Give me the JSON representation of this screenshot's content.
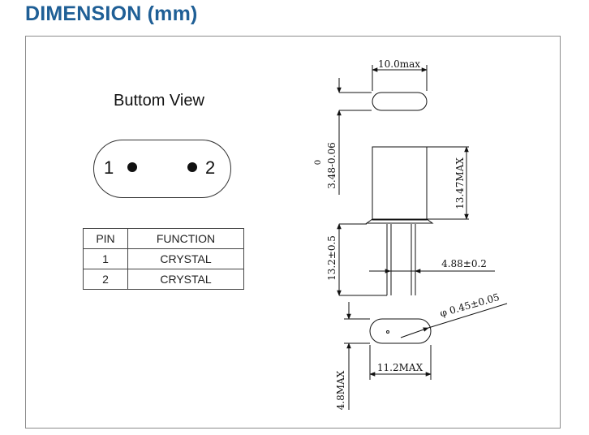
{
  "title": "DIMENSION (mm)",
  "bottom_view": {
    "label": "Buttom View",
    "pin1": "1",
    "pin2": "2"
  },
  "pin_table": {
    "headers": [
      "PIN",
      "FUNCTION"
    ],
    "rows": [
      [
        "1",
        "CRYSTAL"
      ],
      [
        "2",
        "CRYSTAL"
      ]
    ]
  },
  "dimensions": {
    "top_width": "10.0max",
    "can_offset_sup": "0",
    "can_offset": "3.48-0.06",
    "body_height": "13.47MAX",
    "lead_length": "13.2±0.5",
    "lead_pitch": "4.88±0.2",
    "lead_diameter": "φ 0.45±0.05",
    "base_width": "11.2MAX",
    "base_height": "4.8MAX"
  }
}
